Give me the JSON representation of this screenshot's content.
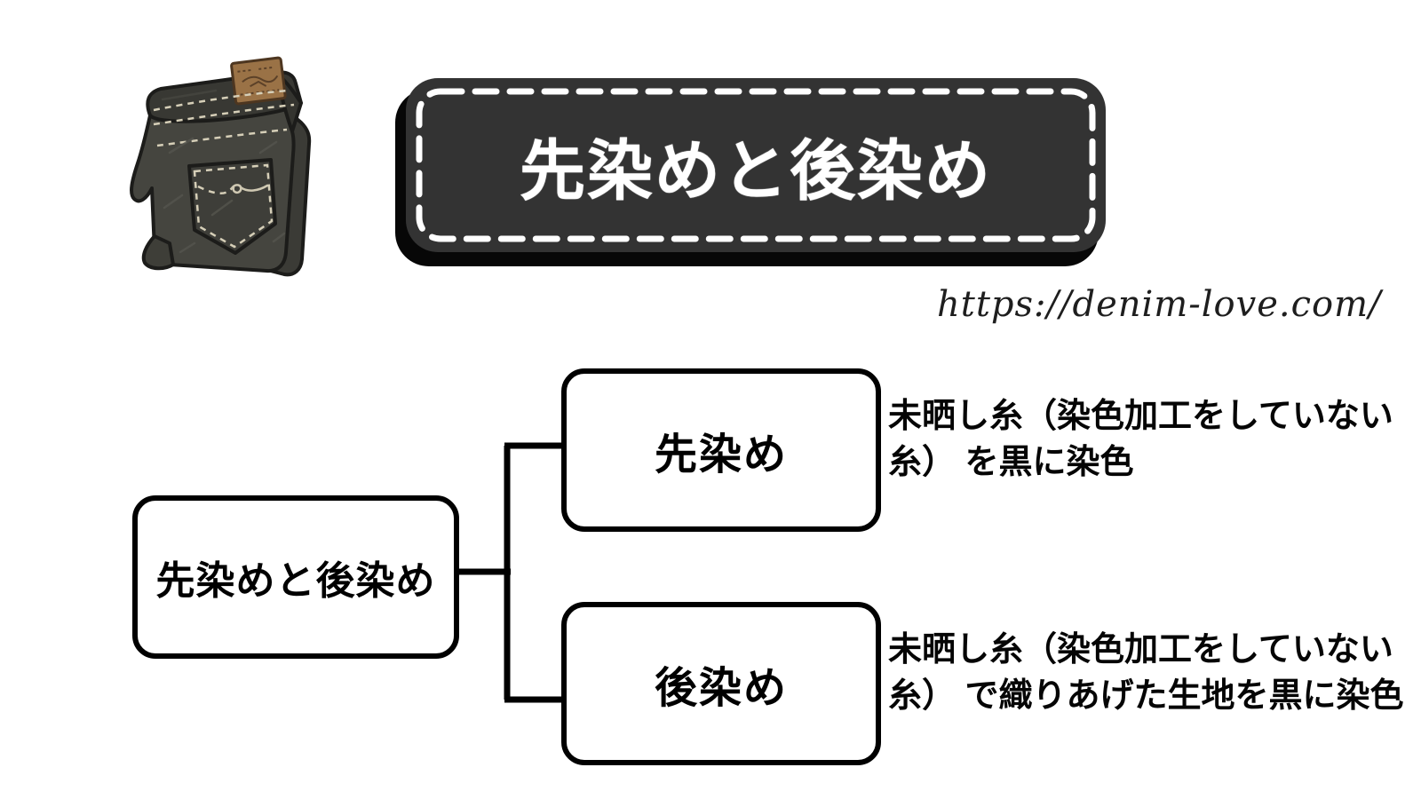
{
  "header": {
    "title": "先染めと後染め",
    "url": "https://denim-love.com/",
    "banner_bg": "#333333",
    "banner_dash_color": "#ffffff",
    "title_color": "#ffffff"
  },
  "icons": {
    "jeans_illustration": "folded-black-jeans"
  },
  "diagram": {
    "line_color": "#000000",
    "box_border_color": "#000000",
    "root": {
      "label": "先染めと後染め"
    },
    "children": [
      {
        "label": "先染め",
        "description_lines": [
          "未晒し糸（染色加工をしていない",
          "糸） を黒に染色"
        ]
      },
      {
        "label": "後染め",
        "description_lines": [
          "未晒し糸（染色加工をしていない",
          "糸） で織りあげた生地を黒に染色"
        ]
      }
    ]
  }
}
